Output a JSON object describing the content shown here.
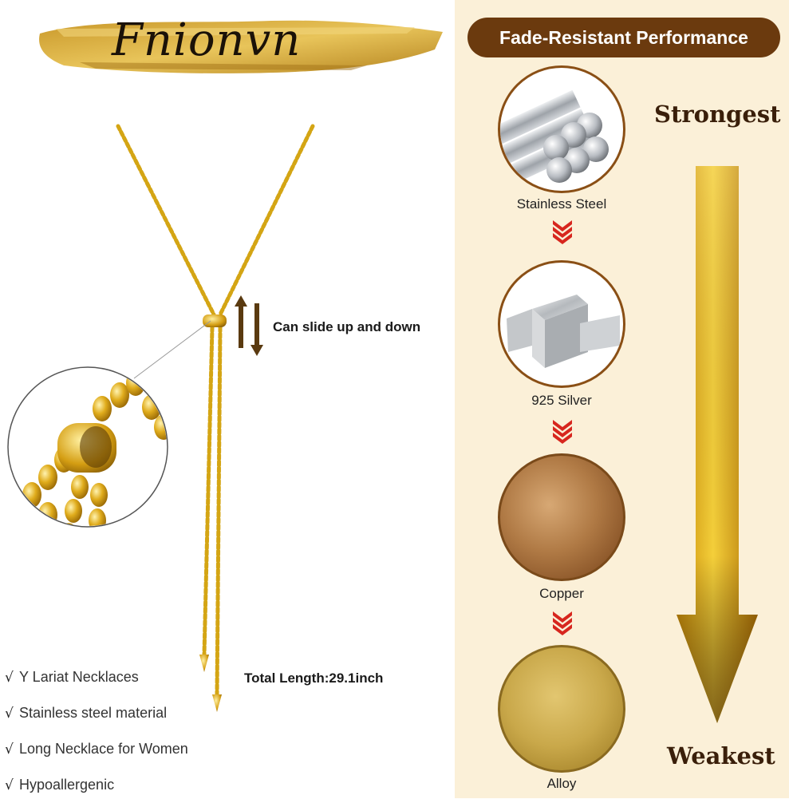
{
  "brand": {
    "name": "Fnionvn"
  },
  "left": {
    "slide_label": "Can slide up and down",
    "length_label": "Total Length:29.1inch",
    "features": [
      {
        "check": "√",
        "text": "Y Lariat Necklaces"
      },
      {
        "check": "√",
        "text": "Stainless steel material"
      },
      {
        "check": "√",
        "text": "Long Necklace for Women"
      },
      {
        "check": "√",
        "text": "Hypoallergenic"
      }
    ]
  },
  "right": {
    "title": "Fade-Resistant Performance",
    "strongest": "Strongest",
    "weakest": "Weakest",
    "materials": [
      {
        "label": "Stainless Steel"
      },
      {
        "label": "925 Silver"
      },
      {
        "label": "Copper"
      },
      {
        "label": "Alloy"
      }
    ]
  },
  "colors": {
    "gold": "#d4a514",
    "brown": "#6b3a0e",
    "cream": "#fbf0d8",
    "red_arrow": "#d7261e"
  }
}
